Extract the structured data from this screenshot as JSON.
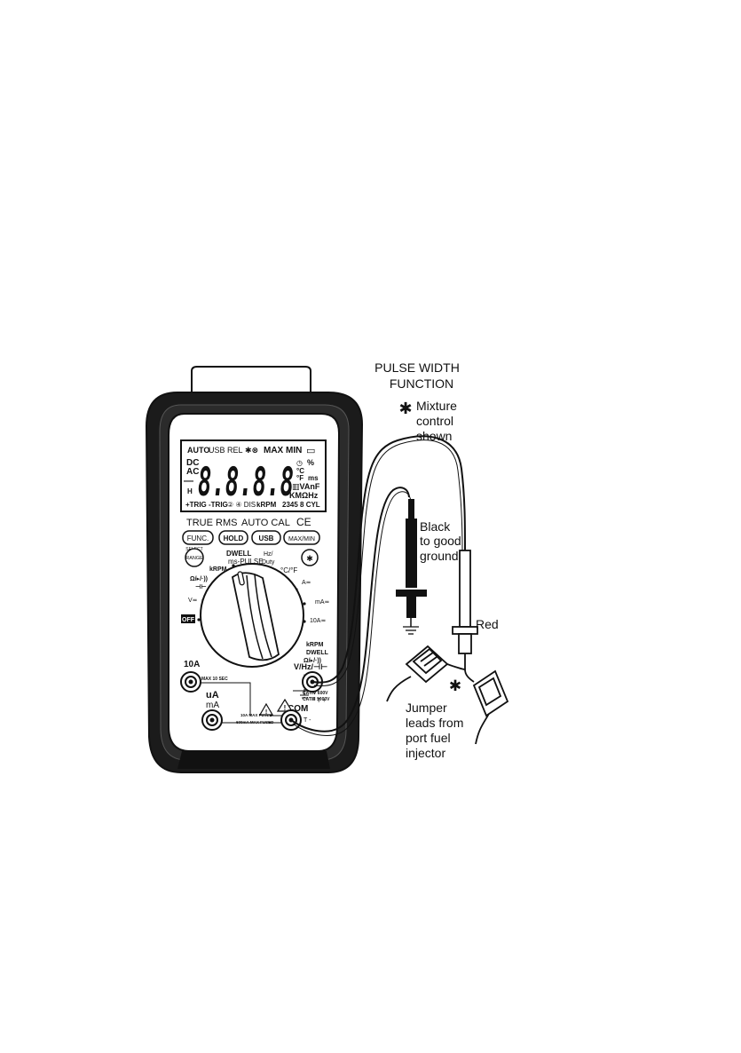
{
  "figure": {
    "title_line1": "PULSE WIDTH",
    "title_line2": "FUNCTION",
    "mixture_line1": "Mixture",
    "mixture_line2": "control",
    "mixture_line3": "shown",
    "black_line1": "Black",
    "black_line2": "to good",
    "black_line3": "ground",
    "red": "Red",
    "jumper_line1": "Jumper",
    "jumper_line2": "leads from",
    "jumper_line3": "port fuel",
    "jumper_line4": "injector",
    "asterisk": "✱"
  },
  "lcd": {
    "auto": "AUTO",
    "usb": "USB",
    "rel": "REL",
    "bt": "✱⊗",
    "maxmin": "MAX MIN",
    "dc": "DC",
    "ac": "AC",
    "digits": "8.8.8.8",
    "minus": "—",
    "h": "H",
    "clock": "◷",
    "pct": "%",
    "c": "°C",
    "f": "°F",
    "ms": "ms",
    "vanf": "▥VAnF",
    "kmohz": "KMΩHz",
    "trig": "+TRIG -TRIG",
    "cyl_nums": "② ④ DIS",
    "krpm": "kRPM",
    "cyl": "2345 8 CYL",
    "battery": "▭"
  },
  "panel": {
    "true_rms": "TRUE RMS",
    "auto_cal": "AUTO CAL",
    "ce": "CE",
    "func_button": "FUNC.",
    "hold_button": "HOLD",
    "usb_button": "USB",
    "maxmin_button": "MAX/MIN",
    "select": "SELECT",
    "range_button": "RANGE",
    "light_button": "✱"
  },
  "dial": {
    "dwell": "DWELL",
    "ms_pulse": "ms-PULSE",
    "hz": "Hz/",
    "duty": "Duty",
    "krpm": "kRPM",
    "ohm": "Ω/▸/·))",
    "cap": "⊣⊢",
    "v": "V≂",
    "off": "OFF",
    "temp": "°C/°F",
    "a": "A≂",
    "ma": "mA≂",
    "tenA": "10A≂"
  },
  "terminals": {
    "tenA": "10A",
    "max10": "MAX 10 SEC",
    "ua": "uA",
    "ma": "mA",
    "com": "COM",
    "krpm": "kRPM",
    "dwell": "DWELL",
    "ohm": "Ω/▸/·))",
    "vhz": "V/Hz/⊣⊢",
    "ms": "ms",
    "cat1": "CATⅣ 600V",
    "cat2": "CATⅢ 1000V",
    "fuse1": "10A MAX FUSED",
    "fuse2": "600mA MAX FUSED",
    "tplus": "T +",
    "tminus": "T -",
    "warn": "!"
  }
}
